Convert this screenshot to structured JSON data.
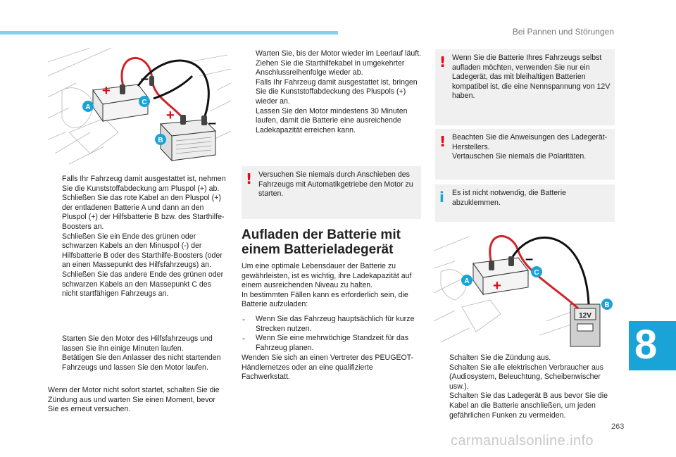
{
  "header": {
    "section_title": "Bei Pannen und Störungen"
  },
  "chapter_number": "8",
  "page_number": "263",
  "watermark": "carmanualsonline.info",
  "colors": {
    "accent": "#1aa3d6",
    "warning": "#e30613",
    "plus_red": "#e30613",
    "cable_red": "#d2232a",
    "notice_bg": "#f0f0f0"
  },
  "figure1": {
    "label_a": "A",
    "label_b": "B",
    "label_c": "C",
    "plus": "+",
    "minus": "–"
  },
  "figure2": {
    "label_a": "A",
    "label_b": "B",
    "label_c": "C",
    "plus": "+",
    "minus": "–",
    "volt": "12V"
  },
  "col1": {
    "list1": [
      "Falls Ihr Fahrzeug damit ausgestattet ist, nehmen Sie die Kunststoffabdeckung am Pluspol (+) ab.",
      "Schließen Sie das rote Kabel an den Pluspol (+) der entladenen Batterie A und dann an den Pluspol (+) der Hilfsbatterie B bzw. des Starthilfe-Boosters an.",
      "Schließen Sie ein Ende des grünen oder schwarzen Kabels an den Minuspol (-) der Hilfsbatterie B oder des Starthilfe-Boosters (oder an einen Massepunkt des Hilfsfahrzeugs) an.",
      "Schließen Sie das andere Ende des grünen oder schwarzen Kabels an den Massepunkt C des nicht startfähigen Fahrzeugs an."
    ],
    "list2": [
      "Starten Sie den Motor des Hilfsfahrzeugs und lassen Sie ihn einige Minuten laufen.",
      "Betätigen Sie den Anlasser des nicht startenden Fahrzeugs und lassen Sie den Motor laufen."
    ],
    "paragraph": "Wenn der Motor nicht sofort startet, schalten Sie die Zündung aus und warten Sie einen Moment, bevor Sie es erneut versuchen."
  },
  "col2": {
    "list": [
      "Warten Sie, bis der Motor wieder im Leerlauf läuft.",
      "Ziehen Sie die Starthilfekabel in umgekehrter Anschlussreihenfolge wieder ab.",
      "Falls Ihr Fahrzeug damit ausgestattet ist, bringen Sie die Kunststoffabdeckung des Pluspols (+) wieder an.",
      "Lassen Sie den Motor mindestens 30 Minuten laufen, damit die Batterie eine ausreichende Ladekapazität erreichen kann."
    ],
    "warning": "Versuchen Sie niemals durch Anschieben des Fahrzeugs mit Automatikgetriebe den Motor zu starten.",
    "heading": "Aufladen der Batterie mit einem Batterieladegerät",
    "intro": "Um eine optimale Lebensdauer der Batterie zu gewährleisten, ist es wichtig, ihre Ladekapazität auf einem ausreichenden Niveau zu halten.",
    "intro2": "In bestimmten Fällen kann es erforderlich sein, die Batterie aufzuladen:",
    "dashes": [
      "Wenn Sie das Fahrzeug hauptsächlich für kurze Strecken nutzen.",
      "Wenn Sie eine mehrwöchige Standzeit für das Fahrzeug planen."
    ],
    "outro": "Wenden Sie sich an einen Vertreter des PEUGEOT-Händlernetzes oder an eine qualifizierte Fachwerkstatt."
  },
  "col3": {
    "warning1": "Wenn Sie die Batterie Ihres Fahrzeugs selbst aufladen möchten, verwenden Sie nur ein Ladegerät, das mit bleihaltigen Batterien kompatibel ist, die eine Nennspannung von 12V haben.",
    "warning2_line1": "Beachten Sie die Anweisungen des Ladegerät-Herstellers.",
    "warning2_line2": "Vertauschen Sie niemals die Polaritäten.",
    "info": "Es ist nicht notwendig, die Batterie abzuklemmen.",
    "list": [
      "Schalten Sie die Zündung aus.",
      "Schalten Sie alle elektrischen Verbraucher aus (Audiosystem, Beleuchtung, Scheibenwischer usw.).",
      "Schalten Sie das Ladegerät B aus bevor Sie die Kabel an die Batterie anschließen, um jeden gefährlichen Funken zu vermeiden."
    ]
  },
  "icons": {
    "bullet": "bullet-arrow-icon",
    "warning": "warning-exclamation-icon",
    "info": "info-i-icon"
  },
  "glyphs": {
    "bullet": "",
    "dash": "-",
    "warning": "!",
    "info": "i"
  }
}
